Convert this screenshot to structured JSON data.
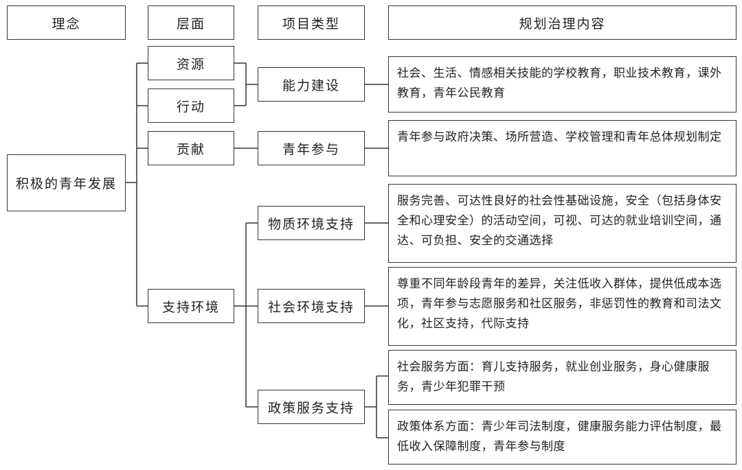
{
  "headers": {
    "concept": "理念",
    "level": "层面",
    "project_type": "项目类型",
    "content": "规划治理内容"
  },
  "concept": "积极的青年发展",
  "levels": {
    "resource": "资源",
    "action": "行动",
    "contribution": "贡献",
    "support_env": "支持环境"
  },
  "project_types": {
    "capacity": "能力建设",
    "youth_participation": "青年参与",
    "physical_env": "物质环境支持",
    "social_env": "社会环境支持",
    "policy_service": "政策服务支持"
  },
  "contents": {
    "capacity": "社会、生活、情感相关技能的学校教育，职业技术教育，课外教育，青年公民教育",
    "youth_participation": "青年参与政府决策、场所营造、学校管理和青年总体规划制定",
    "physical_env": "服务完善、可达性良好的社会性基础设施，安全（包括身体安全和心理安全）的活动空间，可视、可达的就业培训空间，通达、可负担、安全的交通选择",
    "social_env": "尊重不同年龄段青年的差异，关注低收入群体，提供低成本选项，青年参与志愿服务和社区服务，非惩罚性的教育和司法文化，社区支持，代际支持",
    "policy_social_service": "社会服务方面：育儿支持服务，就业创业服务，身心健康服务，青少年犯罪干预",
    "policy_system": "政策体系方面：青少年司法制度，健康服务能力评估制度，最低收入保障制度，青年参与制度"
  }
}
